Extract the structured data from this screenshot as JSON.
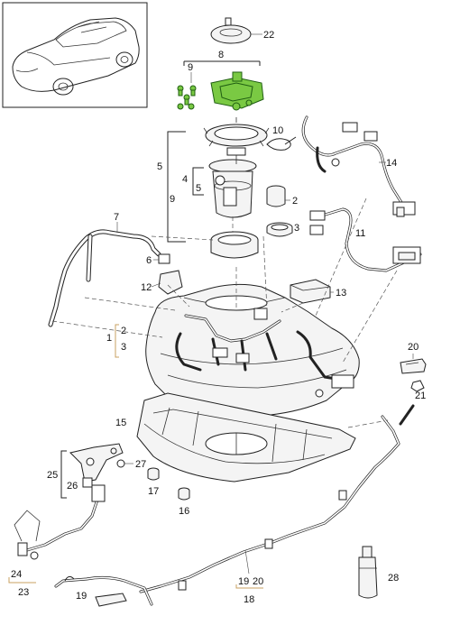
{
  "callouts": {
    "c22": "22",
    "c8": "8",
    "c9a": "9",
    "c10": "10",
    "c14": "14",
    "c5a": "5",
    "c4": "4",
    "c5b": "5",
    "c9b": "9",
    "c2a": "2",
    "c3a": "3",
    "c7": "7",
    "c11": "11",
    "c6": "6",
    "c12": "12",
    "c13": "13",
    "c1": "1",
    "c2b": "2",
    "c3b": "3",
    "c20a": "20",
    "c21": "21",
    "c15": "15",
    "c25": "25",
    "c27": "27",
    "c26": "26",
    "c17": "17",
    "c16": "16",
    "c24": "24",
    "c23": "23",
    "c28": "28",
    "c19a": "19",
    "c19b": "19",
    "c20b": "20",
    "c18": "18"
  },
  "colors": {
    "highlight": "#7ac943",
    "bracket": "#c8a060"
  }
}
